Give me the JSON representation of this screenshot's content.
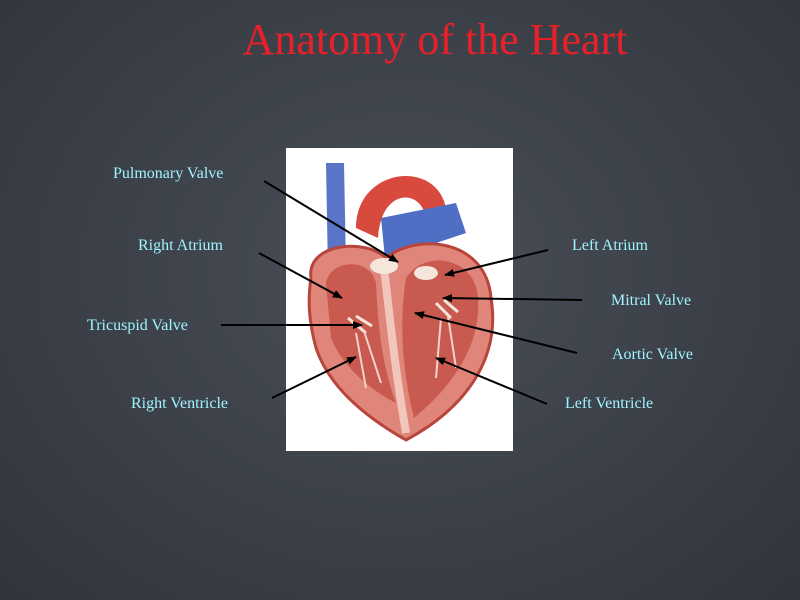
{
  "title": "Anatomy of the Heart",
  "labels": {
    "pulmonary_valve": "Pulmonary Valve",
    "right_atrium": "Right Atrium",
    "tricuspid_valve": "Tricuspid Valve",
    "right_ventricle": "Right Ventricle",
    "left_atrium": "Left Atrium",
    "mitral_valve": "Mitral Valve",
    "aortic_valve": "Aortic Valve",
    "left_ventricle": "Left Ventricle"
  },
  "colors": {
    "title": "#e8202a",
    "label": "#9ff4ff",
    "background": "#3e434b",
    "arrow": "#000000"
  }
}
